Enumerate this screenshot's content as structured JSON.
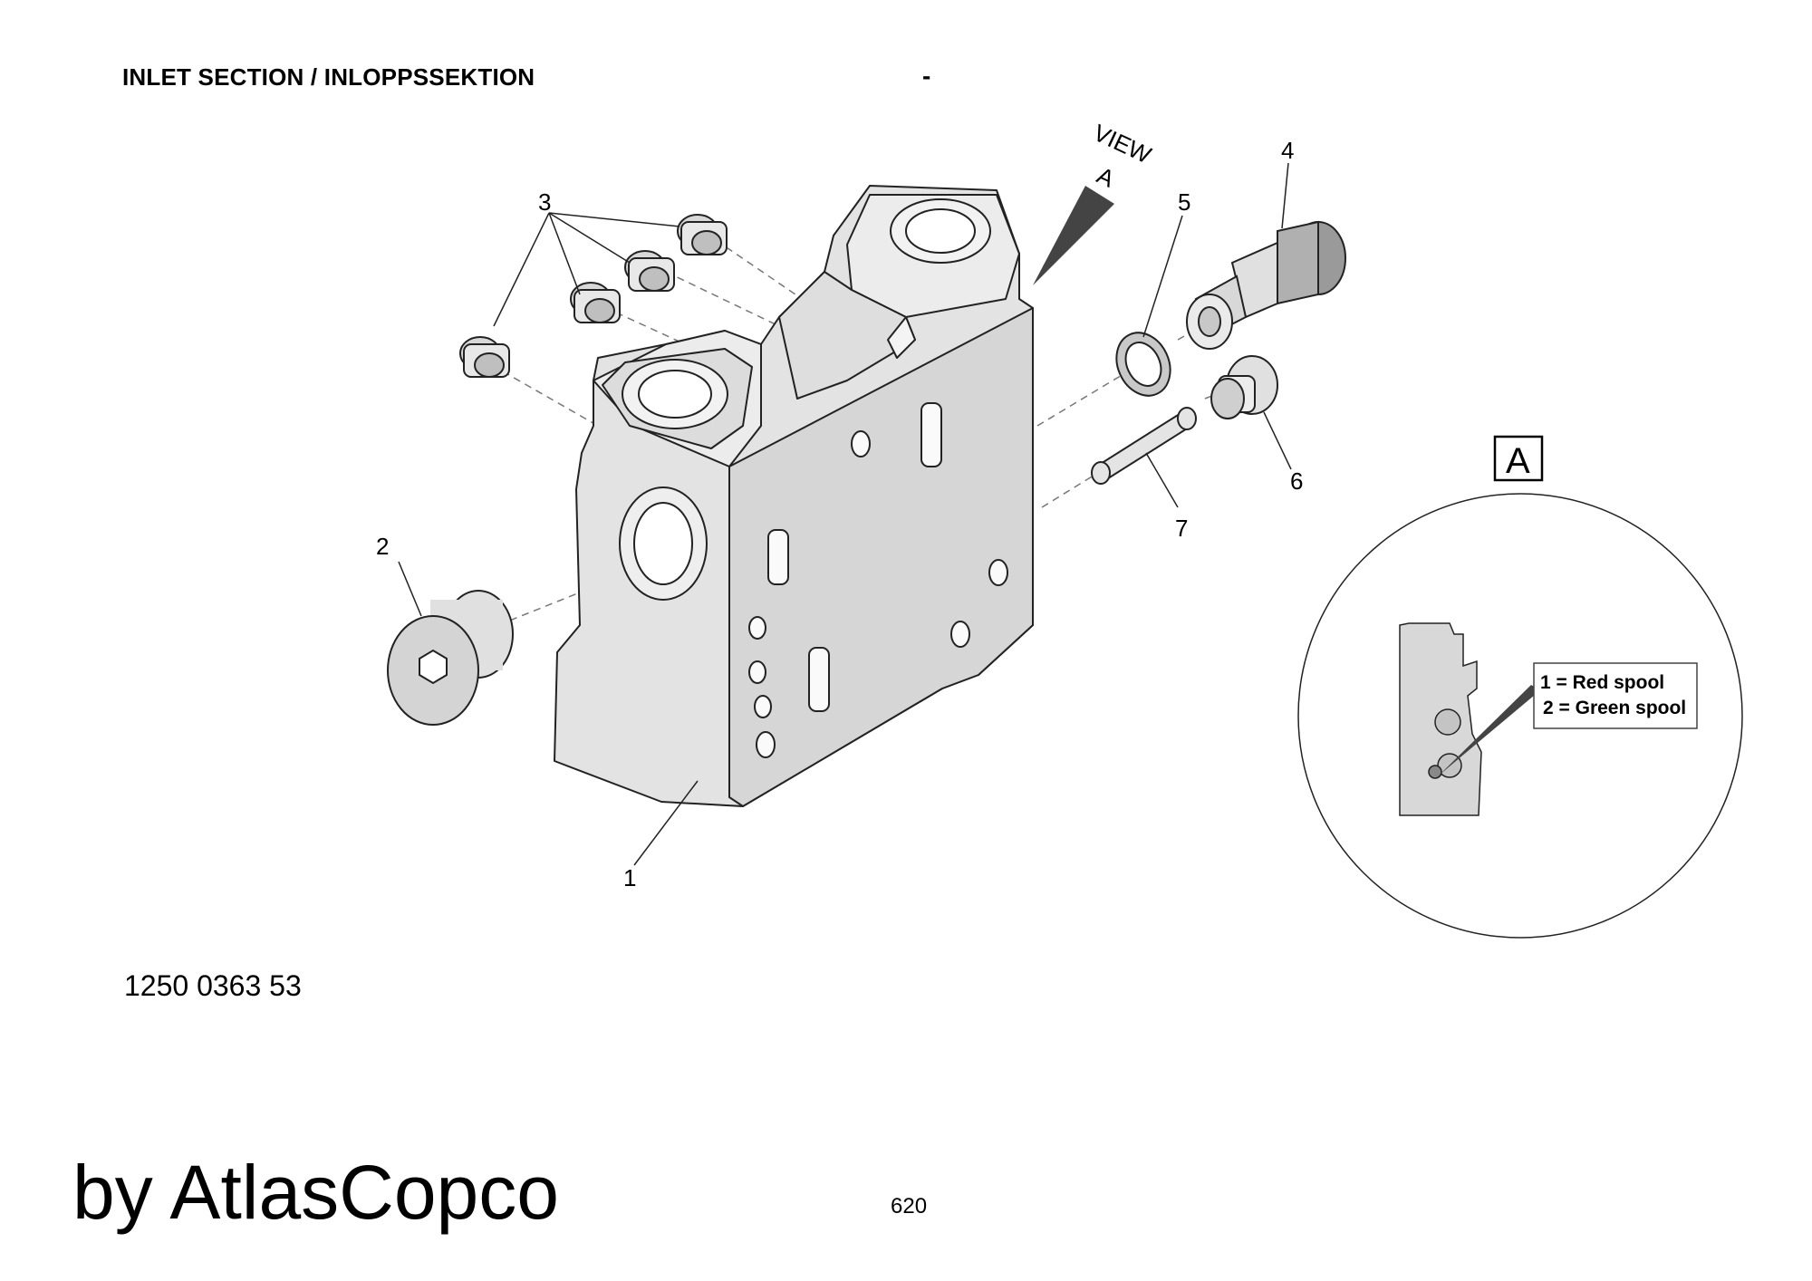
{
  "header": {
    "title": "INLET SECTION / INLOPPSSEKTION",
    "separator": "-"
  },
  "view_arrow": {
    "line1": "VIEW",
    "line2": "A"
  },
  "callouts": [
    "1",
    "2",
    "3",
    "4",
    "5",
    "6",
    "7"
  ],
  "detail_view": {
    "label": "A",
    "legend": [
      "1 = Red spool",
      "2 = Green spool"
    ]
  },
  "part_number": "1250 0363 53",
  "brand": "by AtlasCopco",
  "page_number": "620"
}
